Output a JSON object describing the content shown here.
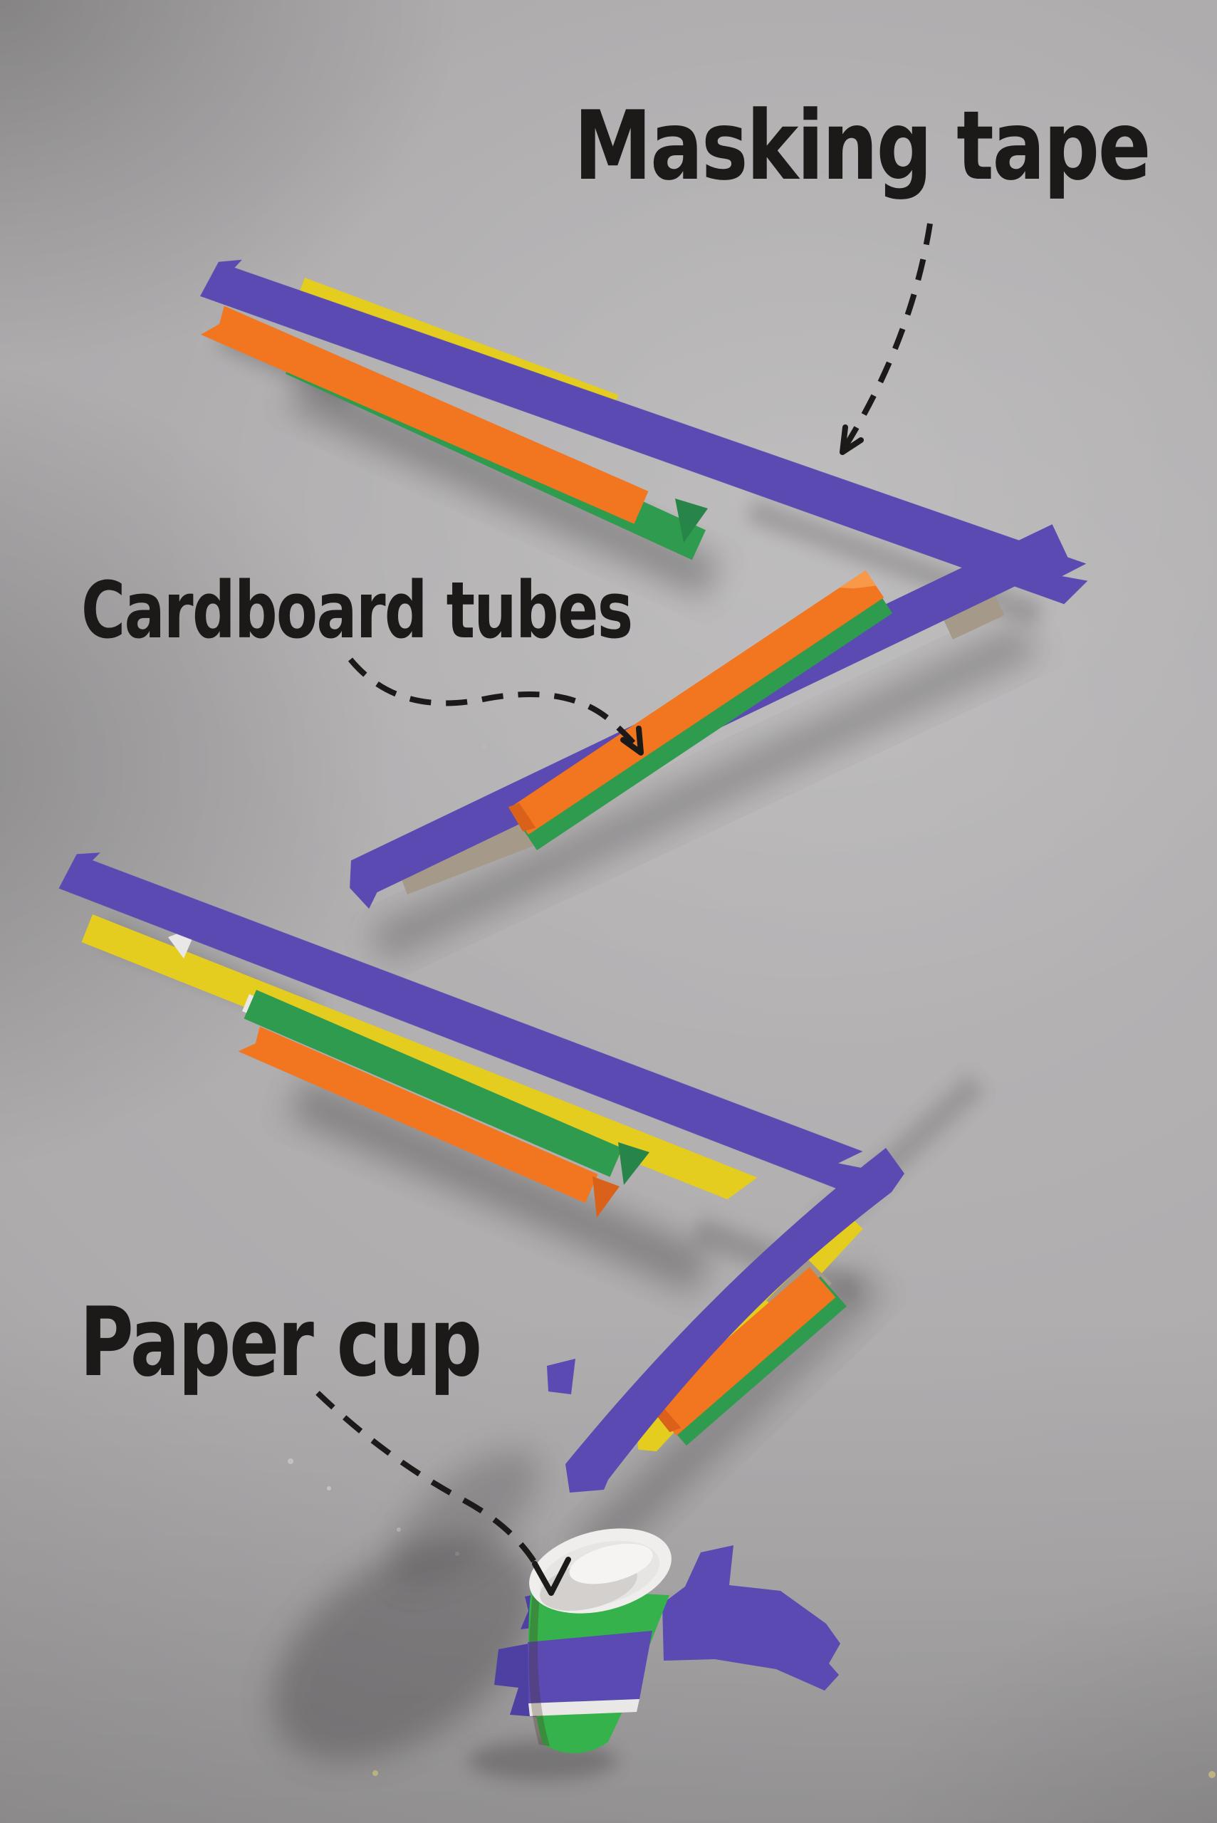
{
  "labels": {
    "masking_tape": "Masking tape",
    "cardboard_tubes": "Cardboard tubes",
    "paper_cup": "Paper cup"
  },
  "colors": {
    "tape_blue": "#5a4ab2",
    "tape_blue_dark": "#4e40a3",
    "tube_orange": "#f1761f",
    "tube_orange_dark": "#d9611a",
    "tube_orange_light": "#f8994a",
    "tube_green": "#2f9b4f",
    "tube_green_dark": "#27854a",
    "tube_yellow": "#e4cd1f",
    "cardboard": "#a5998a",
    "paper_white": "#eae8e6",
    "cup_green": "#35b24b",
    "cup_rim_white": "#f0eeec",
    "cup_inner_white": "#e7e5e3",
    "ink_black": "#1b1a19",
    "wall_gray": "#aeacad"
  }
}
